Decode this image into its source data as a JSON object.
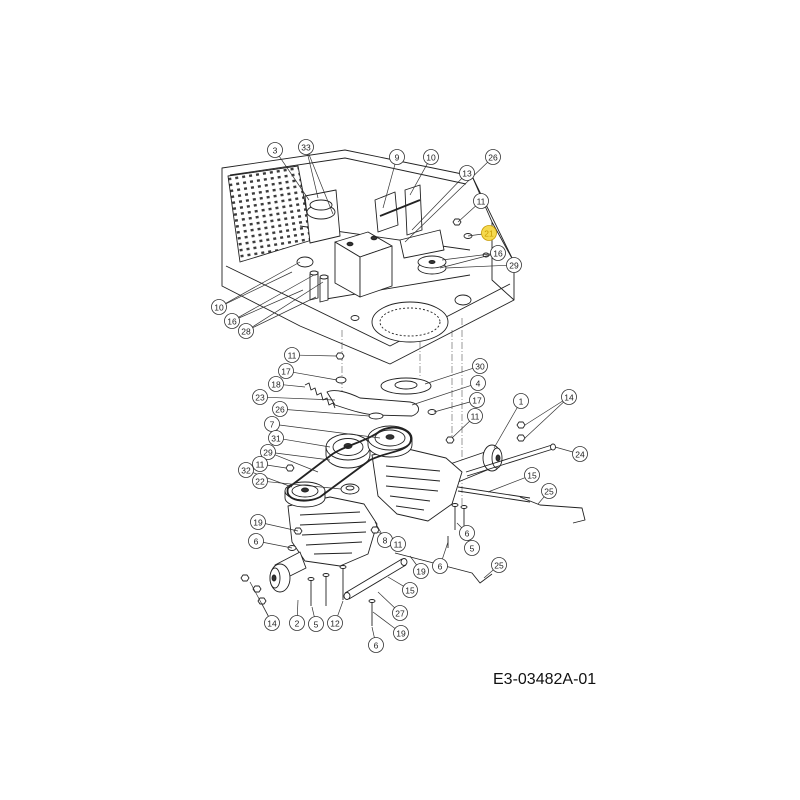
{
  "figure_id": "E3-03482A-01",
  "colors": {
    "line": "#222222",
    "callout_fill": "#ffffff",
    "highlight": "#f5d94f",
    "highlight_text": "#c89b00"
  },
  "callouts": [
    {
      "label": "3"
    },
    {
      "label": "33"
    },
    {
      "label": "9"
    },
    {
      "label": "10"
    },
    {
      "label": "26"
    },
    {
      "label": "13"
    },
    {
      "label": "11"
    },
    {
      "label": "21",
      "highlight": true
    },
    {
      "label": "16"
    },
    {
      "label": "29"
    },
    {
      "label": "10"
    },
    {
      "label": "16"
    },
    {
      "label": "28"
    },
    {
      "label": "11"
    },
    {
      "label": "17"
    },
    {
      "label": "30"
    },
    {
      "label": "18"
    },
    {
      "label": "4"
    },
    {
      "label": "23"
    },
    {
      "label": "17"
    },
    {
      "label": "26"
    },
    {
      "label": "11"
    },
    {
      "label": "7"
    },
    {
      "label": "1"
    },
    {
      "label": "14"
    },
    {
      "label": "31"
    },
    {
      "label": "29"
    },
    {
      "label": "11"
    },
    {
      "label": "24"
    },
    {
      "label": "32"
    },
    {
      "label": "22"
    },
    {
      "label": "15"
    },
    {
      "label": "25"
    },
    {
      "label": "19"
    },
    {
      "label": "6"
    },
    {
      "label": "8"
    },
    {
      "label": "11"
    },
    {
      "label": "6"
    },
    {
      "label": "5"
    },
    {
      "label": "6"
    },
    {
      "label": "19"
    },
    {
      "label": "25"
    },
    {
      "label": "15"
    },
    {
      "label": "27"
    },
    {
      "label": "19"
    },
    {
      "label": "6"
    },
    {
      "label": "2"
    },
    {
      "label": "5"
    },
    {
      "label": "12"
    },
    {
      "label": "14"
    }
  ]
}
